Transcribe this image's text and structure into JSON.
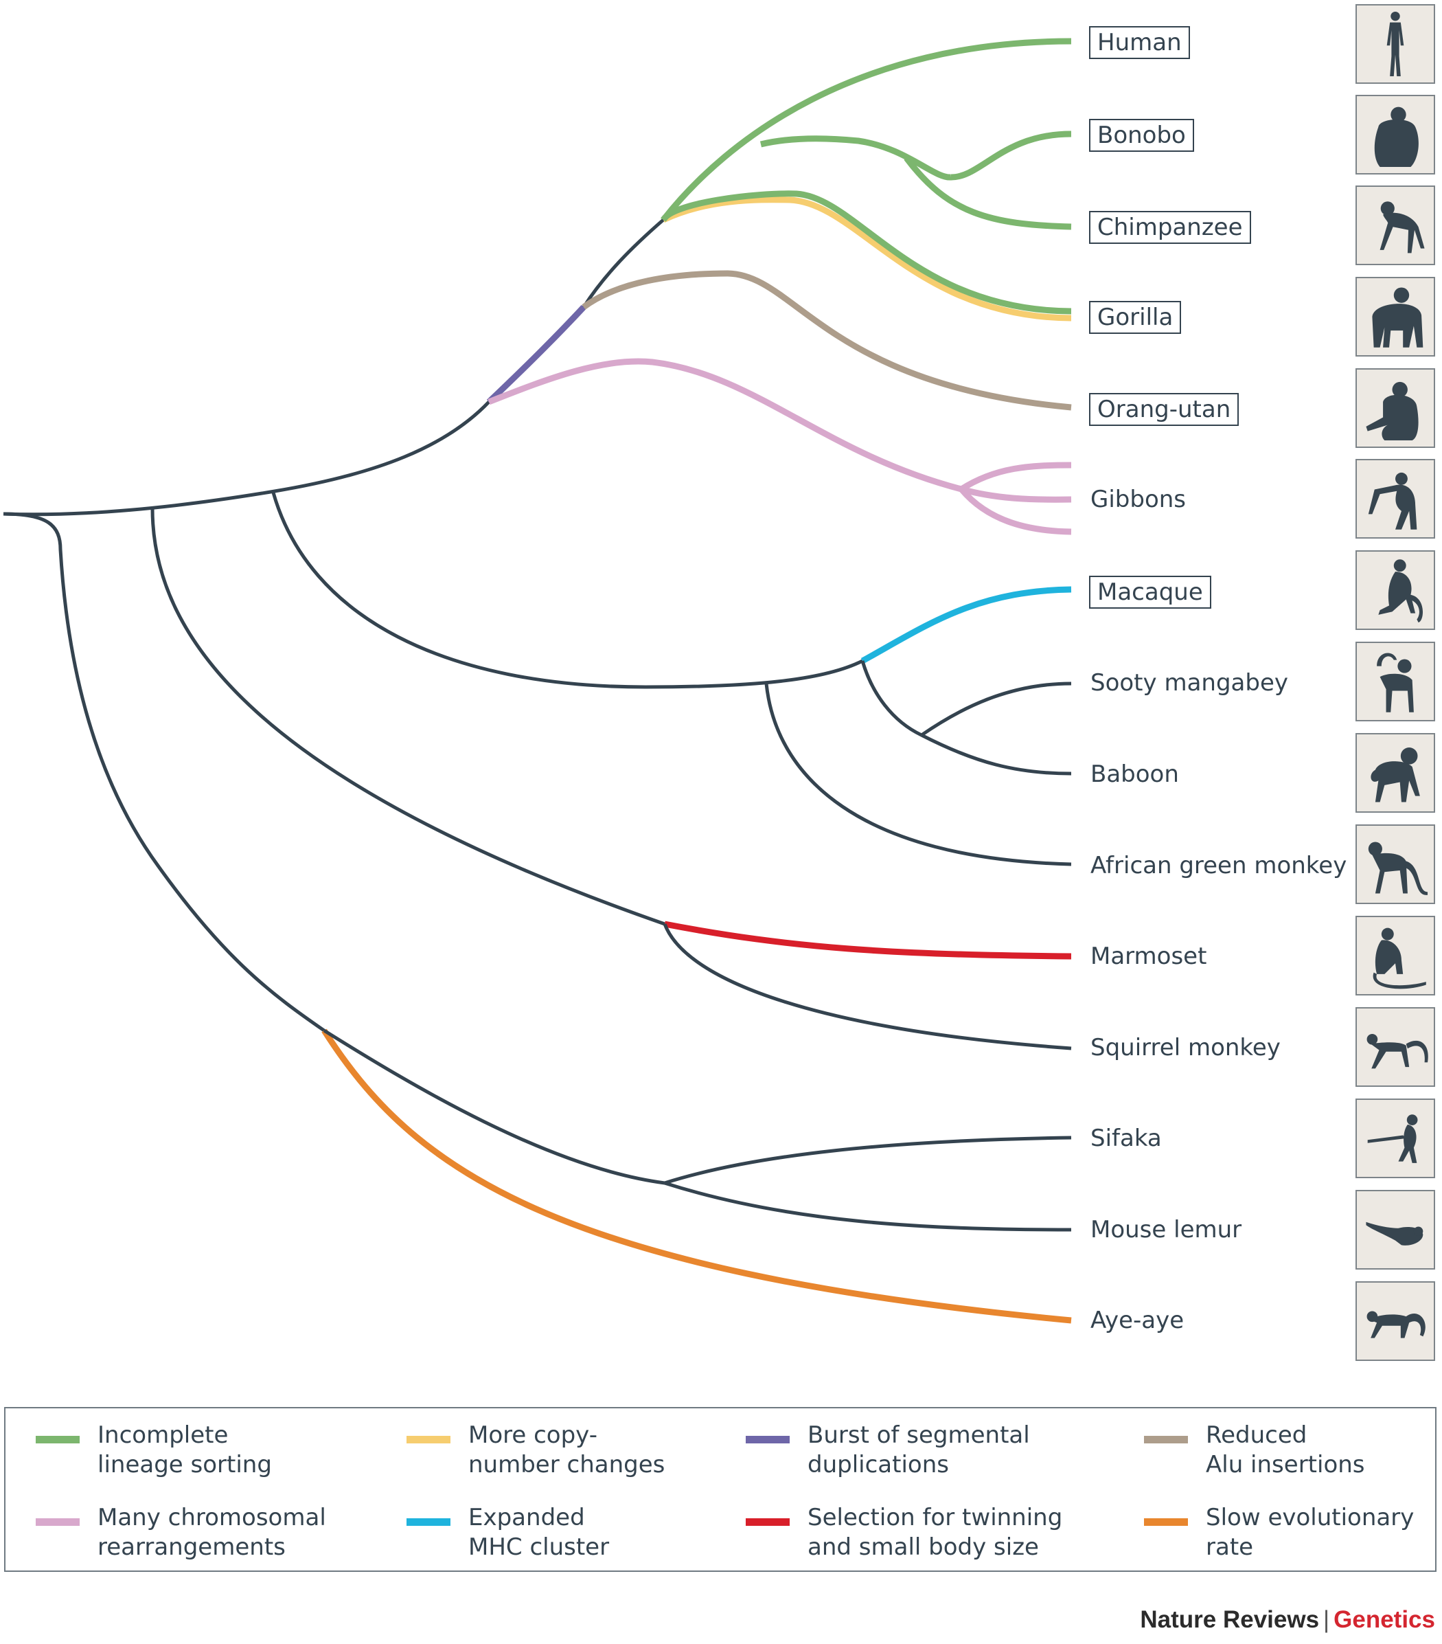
{
  "species": [
    {
      "name": "Human",
      "boxed": true,
      "silhouette": "human-icon"
    },
    {
      "name": "Bonobo",
      "boxed": true,
      "silhouette": "bonobo-icon"
    },
    {
      "name": "Chimpanzee",
      "boxed": true,
      "silhouette": "chimpanzee-icon"
    },
    {
      "name": "Gorilla",
      "boxed": true,
      "silhouette": "gorilla-icon"
    },
    {
      "name": "Orang-utan",
      "boxed": true,
      "silhouette": "orang-utan-icon"
    },
    {
      "name": "Gibbons",
      "boxed": false,
      "silhouette": "gibbon-icon"
    },
    {
      "name": "Macaque",
      "boxed": true,
      "silhouette": "macaque-icon"
    },
    {
      "name": "Sooty mangabey",
      "boxed": false,
      "silhouette": "sooty-mangabey-icon"
    },
    {
      "name": "Baboon",
      "boxed": false,
      "silhouette": "baboon-icon"
    },
    {
      "name": "African green monkey",
      "boxed": false,
      "silhouette": "african-green-monkey-icon"
    },
    {
      "name": "Marmoset",
      "boxed": false,
      "silhouette": "marmoset-icon"
    },
    {
      "name": "Squirrel monkey",
      "boxed": false,
      "silhouette": "squirrel-monkey-icon"
    },
    {
      "name": "Sifaka",
      "boxed": false,
      "silhouette": "sifaka-icon"
    },
    {
      "name": "Mouse lemur",
      "boxed": false,
      "silhouette": "mouse-lemur-icon"
    },
    {
      "name": "Aye-aye",
      "boxed": false,
      "silhouette": "aye-aye-icon"
    }
  ],
  "legend": [
    {
      "label": "Incomplete\nlineage sorting",
      "color": "#7cb66e"
    },
    {
      "label": "More copy-\nnumber changes",
      "color": "#f6cd6f"
    },
    {
      "label": "Burst of segmental\nduplications",
      "color": "#6e66a8"
    },
    {
      "label": "Reduced\nAlu insertions",
      "color": "#ad9d8b"
    },
    {
      "label": "Many chromosomal\nrearrangements",
      "color": "#d8a8cc"
    },
    {
      "label": "Expanded\nMHC cluster",
      "color": "#1fb3dd"
    },
    {
      "label": "Selection for twinning\nand small body size",
      "color": "#d81f2a"
    },
    {
      "label": "Slow evolutionary\nrate",
      "color": "#e8862e"
    }
  ],
  "colors": {
    "branch": "#34434f",
    "green": "#7cb66e",
    "yellow": "#f6cd6f",
    "purple": "#6e66a8",
    "tan": "#ad9d8b",
    "pink": "#d8a8cc",
    "blue": "#1fb3dd",
    "red": "#d81f2a",
    "orange": "#e8862e"
  },
  "credit": {
    "publisher": "Nature Reviews",
    "separator": "|",
    "journal": "Genetics"
  }
}
